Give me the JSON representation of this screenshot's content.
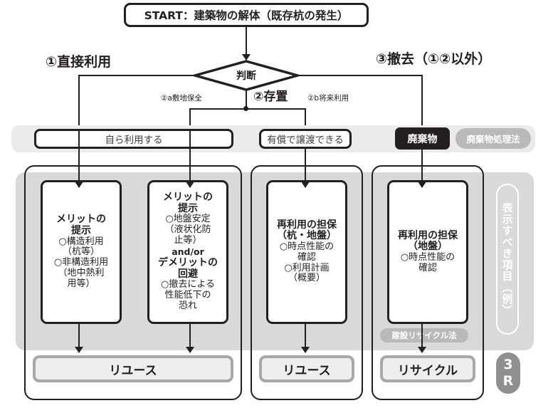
{
  "start": {
    "label": "START：建築物の解体（既存杭の発生）"
  },
  "decision": {
    "label": "判断"
  },
  "branches": {
    "b1_label": "①直接利用",
    "b2_label": "②存置",
    "b3_label": "③撤去（①②以外）",
    "b2a_label": "②a敷地保全",
    "b2b_label": "②b将来利用"
  },
  "options": {
    "self_use": "自ら利用する",
    "paid_transfer": "有償で譲渡できる",
    "waste": "廃棄物",
    "waste_law": "廃棄物処理法"
  },
  "cards": [
    {
      "id": "merit-structural",
      "head1": "メリットの",
      "head2": "提示",
      "body": "○構造利用\n（杭等）\n○非構造利用\n（地中熱利\n用等）"
    },
    {
      "id": "merit-demerit",
      "head1": "メリットの",
      "head2": "提示",
      "body1": "○地盤安定\n（液状化防\n止等）",
      "andor": "and/or",
      "head3": "デメリットの",
      "head4": "回避",
      "body2": "○撤去による\n性能低下の\n恐れ"
    },
    {
      "id": "reuse-pile-ground",
      "head1": "再利用の担保",
      "head2": "（杭・地盤）",
      "body": "○時点性能の\n確認\n○利用計画\n（概要）"
    },
    {
      "id": "reuse-ground",
      "head1": "再利用の担保",
      "head2": "（地盤）",
      "body": "○時点性能の\n確認"
    }
  ],
  "recycle_law": "建設リサイクル法",
  "results": {
    "reuse_left": "リユース",
    "reuse_mid": "リユース",
    "recycle": "リサイクル"
  },
  "side": {
    "display_items": "表示すべき項目（例）",
    "three_r": "3R"
  },
  "colors": {
    "ink": "#231f20",
    "strip_grey": "#ebebeb",
    "panel_grey": "#d9d9d9",
    "pill_grey": "#b9b9b9",
    "result_border": "#a8a8a8",
    "result_fill": "#eeeeee",
    "rpill_grey": "#8f8f8f"
  }
}
